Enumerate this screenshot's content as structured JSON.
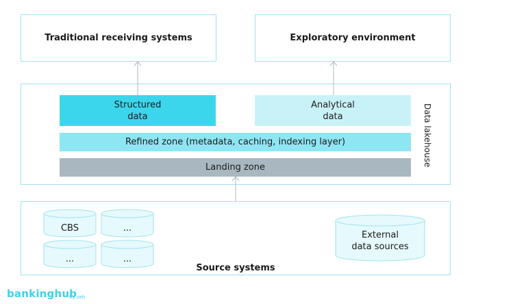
{
  "top": {
    "traditional": "Traditional receiving systems",
    "exploratory": "Exploratory environment"
  },
  "lakehouse": {
    "label": "Data lakehouse",
    "structured": "Structured\ndata",
    "analytical": "Analytical\ndata",
    "refined": "Refined zone (metadata, caching, indexing layer)",
    "landing": "Landing zone"
  },
  "sources": {
    "title": "Source systems",
    "cbs": "CBS",
    "ellipsis_1": "...",
    "ellipsis_2": "...",
    "ellipsis_3": "...",
    "external": "External\ndata sources"
  },
  "brand": {
    "logo": "bankinghub",
    "by": "by zeb"
  },
  "colors": {
    "border": "#9fe3ee",
    "structured": "#3cd6ec",
    "analytical": "#c9f2f8",
    "refined": "#8ee6f3",
    "landing": "#a9b8c0",
    "brand": "#3cd2e8"
  }
}
